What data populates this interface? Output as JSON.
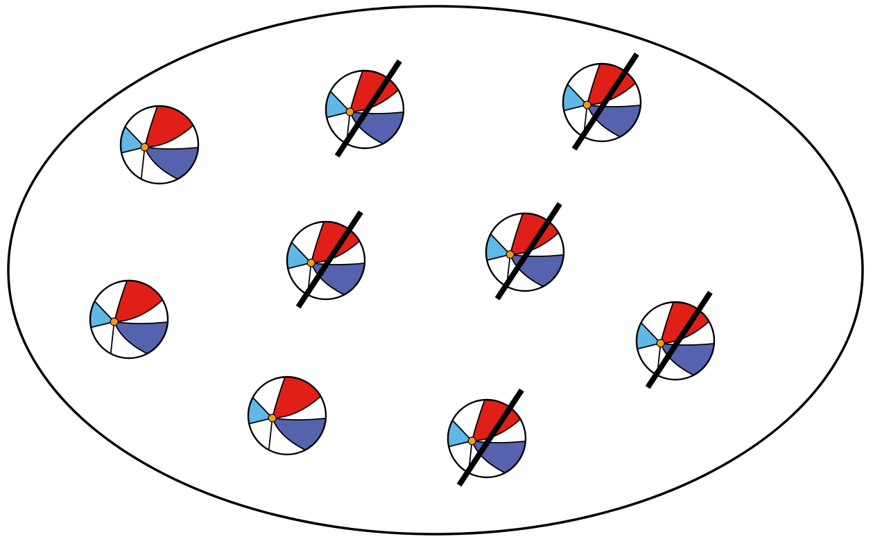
{
  "colors": {
    "background": "#ffffff",
    "outline": "#000000",
    "red_panel": "#e01f17",
    "dark_blue_panel": "#5562ad",
    "light_blue_panel": "#5fb8e6",
    "white_panel": "#ffffff",
    "center_dot": "#f39a1b",
    "strike_line": "#000000"
  },
  "diagram": {
    "container_shape": "ellipse",
    "item_icon": "beach-ball-icon",
    "strike_icon": "strike-through-line",
    "total_items": 9,
    "struck_out_items": 6,
    "plain_items": 3,
    "items": [
      {
        "row": "top",
        "position": "left",
        "struck_out": false
      },
      {
        "row": "top",
        "position": "center",
        "struck_out": true
      },
      {
        "row": "top",
        "position": "right",
        "struck_out": true
      },
      {
        "row": "middle",
        "position": "center-left",
        "struck_out": true
      },
      {
        "row": "middle",
        "position": "center-right",
        "struck_out": true
      },
      {
        "row": "middle",
        "position": "left",
        "struck_out": false
      },
      {
        "row": "middle",
        "position": "right",
        "struck_out": true
      },
      {
        "row": "bottom",
        "position": "left",
        "struck_out": false
      },
      {
        "row": "bottom",
        "position": "center",
        "struck_out": true
      }
    ]
  }
}
